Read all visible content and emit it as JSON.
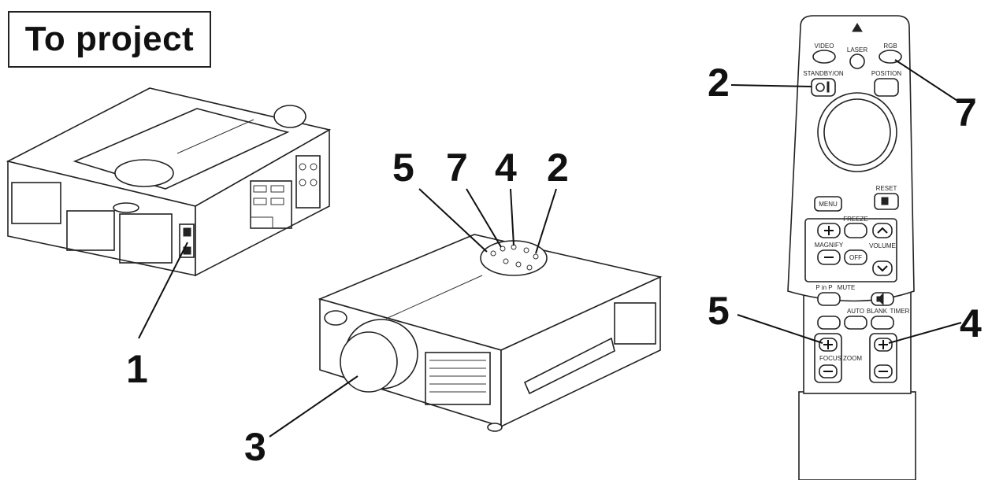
{
  "title": "To project",
  "callouts": {
    "rear_power": "1",
    "remote_standby": "2",
    "remote_rgb": "7",
    "remote_focus": "5",
    "remote_zoom": "4",
    "lens": "3",
    "top_5": "5",
    "top_7": "7",
    "top_4": "4",
    "top_2": "2"
  },
  "remote_labels": {
    "video": "VIDEO",
    "laser": "LASER",
    "rgb": "RGB",
    "standby_on": "STANDBY/ON",
    "position": "POSITION",
    "reset": "RESET",
    "menu": "MENU",
    "freeze": "FREEZE",
    "magnify": "MAGNIFY",
    "off": "OFF",
    "volume": "VOLUME",
    "pinp": "P in P",
    "mute": "MUTE",
    "auto": "AUTO",
    "blank": "BLANK",
    "timer": "TIMER",
    "focus": "FOCUS",
    "zoom": "ZOOM"
  }
}
